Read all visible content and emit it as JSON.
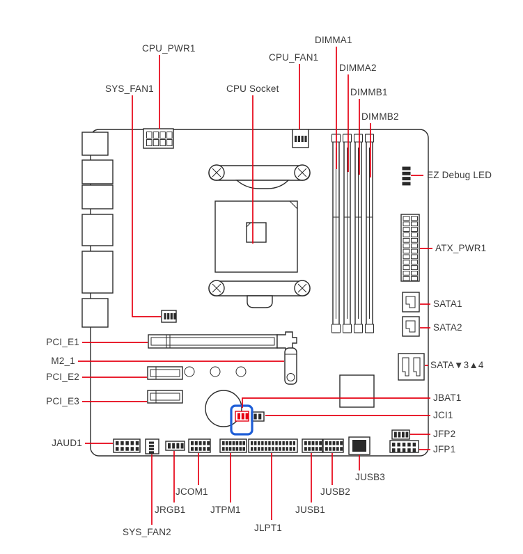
{
  "colors": {
    "leader_red": "#e60012",
    "highlight_blue": "#1e5ed7",
    "outline": "#2b2b2b",
    "text": "#3a3a3a"
  },
  "labels": {
    "cpu_pwr1": "CPU_PWR1",
    "sys_fan1": "SYS_FAN1",
    "cpu_socket": "CPU Socket",
    "cpu_fan1": "CPU_FAN1",
    "dimma1": "DIMMA1",
    "dimma2": "DIMMA2",
    "dimmb1": "DIMMB1",
    "dimmb2": "DIMMB2",
    "ez_debug_led": "EZ Debug LED",
    "atx_pwr1": "ATX_PWR1",
    "sata1": "SATA1",
    "sata2": "SATA2",
    "sata34": "SATA▼3▲4",
    "pci_e1": "PCI_E1",
    "m2_1": "M2_1",
    "pci_e2": "PCI_E2",
    "pci_e3": "PCI_E3",
    "jbat1": "JBAT1",
    "jci1": "JCI1",
    "jfp2": "JFP2",
    "jfp1": "JFP1",
    "jaud1": "JAUD1",
    "jusb3": "JUSB3",
    "jcom1": "JCOM1",
    "jusb2": "JUSB2",
    "jrgb1": "JRGB1",
    "jtpm1": "JTPM1",
    "jusb1": "JUSB1",
    "sys_fan2": "SYS_FAN2",
    "jlpt1": "JLPT1"
  }
}
